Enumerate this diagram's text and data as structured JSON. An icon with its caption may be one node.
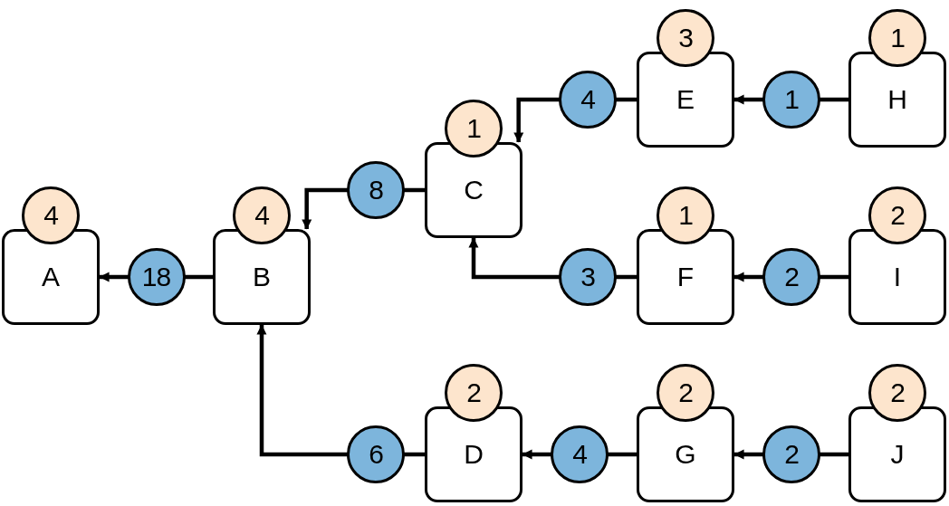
{
  "diagram": {
    "nodes": [
      {
        "text": [
          "A"
        ],
        "beside": [
          "4"
        ]
      },
      {
        "text": [
          "B"
        ],
        "beside": [
          "4"
        ]
      },
      {
        "text": [
          "C"
        ],
        "beside": [
          "1"
        ]
      },
      {
        "text": [
          "E"
        ],
        "beside": [
          "3"
        ]
      },
      {
        "text": [
          "H"
        ],
        "beside": [
          "1"
        ]
      },
      {
        "text": [
          "F"
        ],
        "beside": [
          "1"
        ]
      },
      {
        "text": [
          "I"
        ],
        "beside": [
          "2"
        ]
      },
      {
        "text": [
          "D"
        ],
        "beside": [
          "2"
        ]
      },
      {
        "text": [
          "G"
        ],
        "beside": [
          "2"
        ]
      },
      {
        "text": [
          "J"
        ],
        "beside": [
          "2"
        ]
      }
    ],
    "edges": [
      {
        "from": 1,
        "to": 0,
        "arrow": "to",
        "label": "18"
      },
      {
        "from": 2,
        "to": 1,
        "arrow": "to",
        "label": "8"
      },
      {
        "from": 3,
        "to": 2,
        "arrow": "to",
        "label": "4"
      },
      {
        "from": 4,
        "to": 3,
        "arrow": "to",
        "label": "1"
      },
      {
        "from": 5,
        "to": 2,
        "arrow": "to",
        "label": "3"
      },
      {
        "from": 6,
        "to": 5,
        "arrow": "to",
        "label": "2"
      },
      {
        "from": 7,
        "to": 1,
        "arrow": "to",
        "label": "6"
      },
      {
        "from": 8,
        "to": 7,
        "arrow": "to",
        "label": "4"
      },
      {
        "from": 9,
        "to": 8,
        "arrow": "to",
        "label": "2"
      }
    ]
  }
}
